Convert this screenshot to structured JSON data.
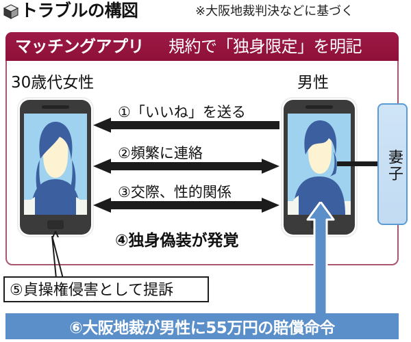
{
  "header": {
    "icon": "cube-icon",
    "title": "トラブルの構図",
    "note": "※大阪地裁判決などに基づく"
  },
  "panel": {
    "app_label": "マッチングアプリ",
    "rule_label": "規約で「独身限定」を明記",
    "bar_bg": "#94143f",
    "border_color": "#a8566b"
  },
  "actors": {
    "woman_label": "30歳代女性",
    "man_label": "男性",
    "wife_label": "妻子",
    "wife_box_fill": "#cfe2f3",
    "wife_box_border": "#5a9bd5"
  },
  "steps": [
    {
      "id": "1",
      "text": "①「いいね」を送る",
      "direction": "left"
    },
    {
      "id": "2",
      "text": "②頻繁に連絡",
      "direction": "both"
    },
    {
      "id": "3",
      "text": "③交際、性的関係",
      "direction": "both"
    },
    {
      "id": "4",
      "text": "④独身偽装が発覚",
      "direction": "none"
    },
    {
      "id": "5",
      "text": "⑤貞操権侵害として提訴",
      "direction": "callout"
    },
    {
      "id": "6",
      "text": "⑥大阪地裁が男性に55万円の賠償命令",
      "direction": "banner"
    }
  ],
  "verdict_bar": {
    "bg": "#5b8fc9",
    "text_color": "#ffffff"
  },
  "arrow_color": "#1c1c1c",
  "blue_arrow_color": "#5b8fc9"
}
